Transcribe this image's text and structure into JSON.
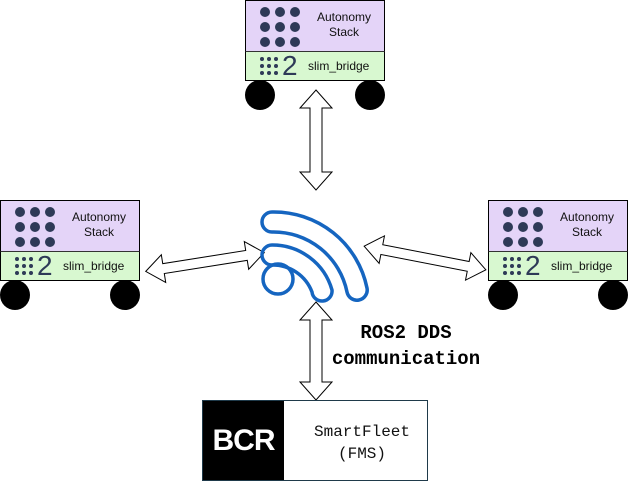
{
  "robots": [
    {
      "id": "top",
      "stack_label": "Autonomy Stack",
      "stack_line1": "Autonomy",
      "stack_line2": "Stack",
      "bridge_label": "slim_bridge",
      "bridge_badge": "2"
    },
    {
      "id": "left",
      "stack_label": "Autonomy Stack",
      "stack_line1": "Autonomy",
      "stack_line2": "Stack",
      "bridge_label": "slim_bridge",
      "bridge_badge": "2"
    },
    {
      "id": "right",
      "stack_label": "Autonomy Stack",
      "stack_line1": "Autonomy",
      "stack_line2": "Stack",
      "bridge_label": "slim_bridge",
      "bridge_badge": "2"
    }
  ],
  "center": {
    "icon": "wifi-icon",
    "label_line1": "ROS2 DDS",
    "label_line2": "communication"
  },
  "fms": {
    "logo_text": "BCR",
    "label_line1": "SmartFleet",
    "label_line2": "(FMS)"
  },
  "colors": {
    "stack_bg": "#e4d4f8",
    "bridge_bg": "#d8f8d0",
    "wifi": "#1565c0",
    "dots": "#2e3a57"
  }
}
